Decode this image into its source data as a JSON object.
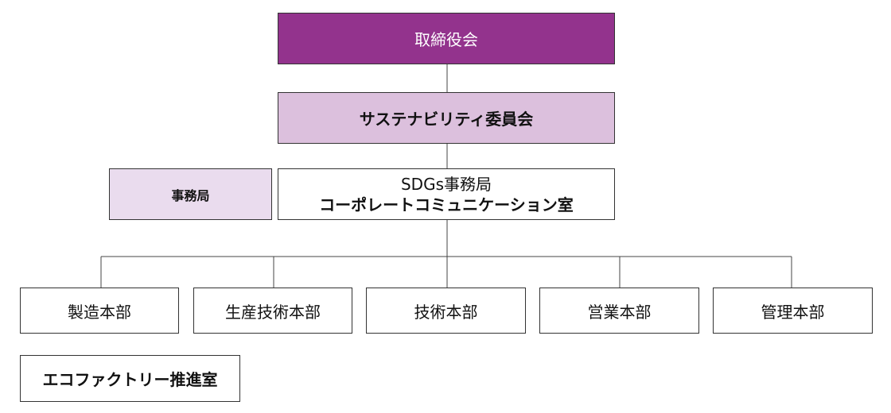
{
  "colors": {
    "board_fill": "#93338d",
    "committee_fill": "#dcc0dd",
    "secretariat_fill": "#eadcee",
    "line": "#444444"
  },
  "board": {
    "label": "取締役会"
  },
  "committee": {
    "label": "サステナビリティ委員会"
  },
  "secretariat": {
    "label": "事務局"
  },
  "sdgs_office": {
    "line1": "SDGs事務局",
    "line2": "コーポレートコミュニケーション室"
  },
  "divisions": [
    {
      "label": "製造本部"
    },
    {
      "label": "生産技術本部"
    },
    {
      "label": "技術本部"
    },
    {
      "label": "営業本部"
    },
    {
      "label": "管理本部"
    }
  ],
  "eco_factory": {
    "label": "エコファクトリー推進室"
  }
}
